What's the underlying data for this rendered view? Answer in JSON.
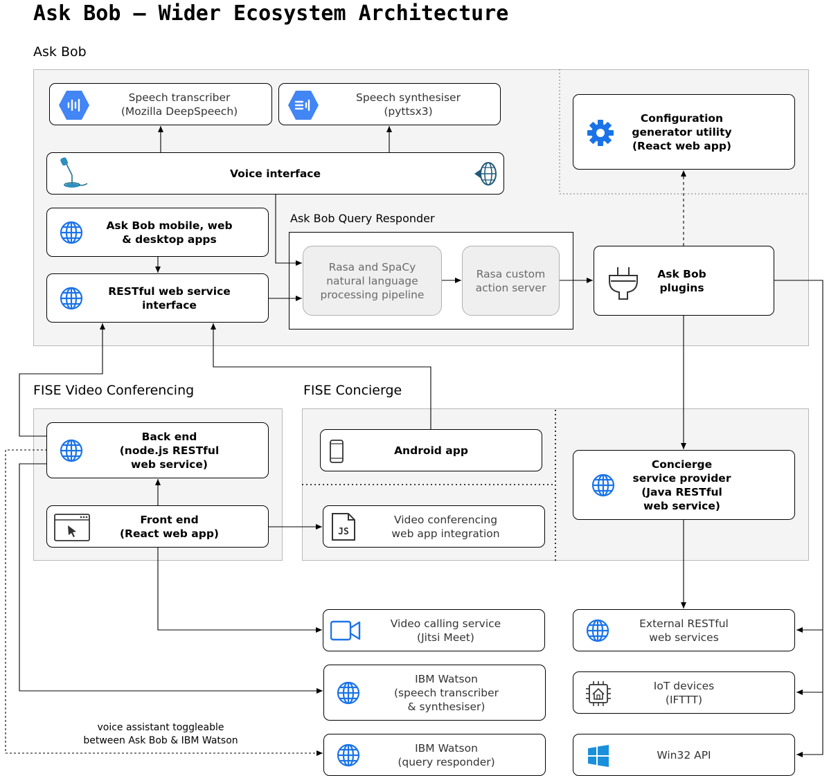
{
  "title": "Ask Bob – Wider Ecosystem Architecture",
  "sections": {
    "ask_bob": "Ask Bob",
    "query_responder": "Ask Bob Query Responder",
    "fise_video": "FISE Video Conferencing",
    "fise_concierge": "FISE Concierge"
  },
  "nodes": {
    "speech_transcriber": [
      "Speech transcriber",
      "(Mozilla DeepSpeech)"
    ],
    "speech_synthesiser": [
      "Speech synthesiser",
      "(pyttsx3)"
    ],
    "config_generator": [
      "Configuration",
      "generator utility",
      "(React web app)"
    ],
    "voice_interface": [
      "Voice interface"
    ],
    "mobile_apps": [
      "Ask Bob mobile, web",
      "& desktop apps"
    ],
    "restful_interface": [
      "RESTful web service",
      "interface"
    ],
    "rasa_pipeline": [
      "Rasa and SpaCy",
      "natural language",
      "processing pipeline"
    ],
    "rasa_action_server": [
      "Rasa custom",
      "action server"
    ],
    "plugins": [
      "Ask Bob",
      "plugins"
    ],
    "back_end": [
      "Back end",
      "(node.js RESTful",
      "web service)"
    ],
    "front_end": [
      "Front end",
      "(React web app)"
    ],
    "android_app": [
      "Android app"
    ],
    "video_integration": [
      "Video conferencing",
      "web app integration"
    ],
    "concierge_provider": [
      "Concierge",
      "service provider",
      "(Java RESTful",
      "web service)"
    ],
    "video_calling": [
      "Video calling service",
      "(Jitsi Meet)"
    ],
    "external_services": [
      "External RESTful",
      "web services"
    ],
    "watson_speech": [
      "IBM Watson",
      "(speech transcriber",
      "& synthesiser)"
    ],
    "iot_devices": [
      "IoT devices",
      "(IFTTT)"
    ],
    "watson_query": [
      "IBM Watson",
      "(query responder)"
    ],
    "win32": [
      "Win32 API"
    ]
  },
  "annotation": [
    "voice assistant toggleable",
    "between Ask Bob & IBM Watson"
  ],
  "icon_js_text": "JS",
  "colors": {
    "accent_blue": "#1a73e8",
    "google_blue": "#4285f4",
    "panel_bg": "#f4f4f4",
    "grey_box": "#efefef"
  }
}
